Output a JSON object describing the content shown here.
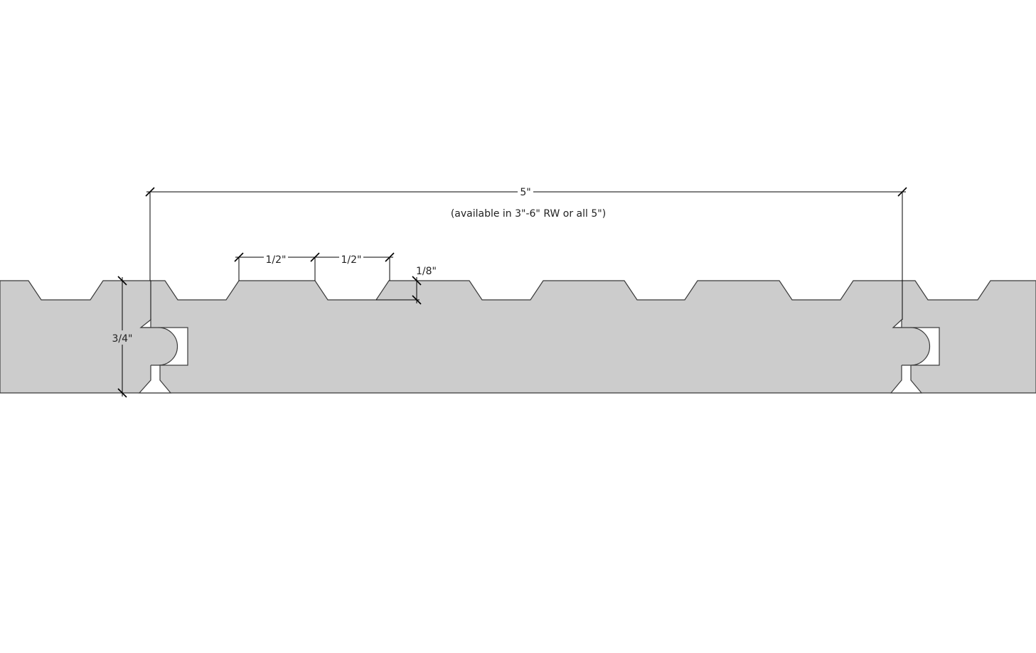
{
  "diagram": {
    "board_color": "#cccccc",
    "dimensions": {
      "overall_width": "5\"",
      "availability_note": "(available in 3\"-6\" RW or all 5\")",
      "groove_spacing_1": "1/2\"",
      "groove_spacing_2": "1/2\"",
      "groove_depth": "1/8\"",
      "thickness": "3/4\""
    }
  }
}
